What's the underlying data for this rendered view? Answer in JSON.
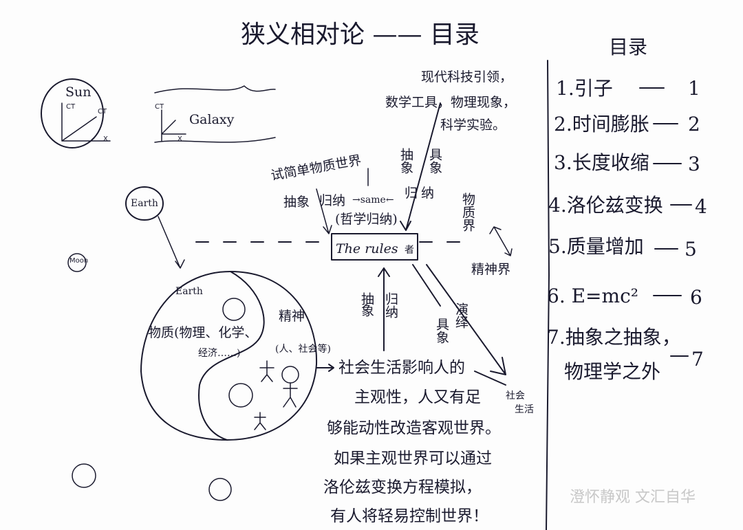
{
  "title": "狭义相对论 —— 目录",
  "toc": {
    "heading": "目录",
    "items": [
      {
        "label": "1.引子",
        "page": "1"
      },
      {
        "label": "2.时间膨胀",
        "page": "2"
      },
      {
        "label": "3.长度收缩",
        "page": "3"
      },
      {
        "label": "4.洛伦兹变换",
        "page": "4"
      },
      {
        "label": "5.质量增加",
        "page": "5"
      },
      {
        "label": "6. E=mc²",
        "page": "6"
      },
      {
        "label": "7.抽象之抽象，",
        "label2": "物理学之外",
        "page": "7"
      }
    ]
  },
  "cosmos": {
    "sun": "Sun",
    "ct": "CT",
    "x": "X",
    "galaxy": "Galaxy",
    "earth": "Earth",
    "moon": "Moon"
  },
  "upper": {
    "tech_line1": "现代科技引领，",
    "tech_line2": "数学工具，物理现象，",
    "tech_line3": "科学实验。",
    "abstract_v": "抽象",
    "concrete_v": "具象",
    "induce_left": "归",
    "induce_right": "纳",
    "simple_world": "试简单物质世界",
    "abstract": "抽象",
    "induce": "归纳",
    "same": "→same←",
    "philosophy": "(哲学归纳)",
    "rules": "The rules",
    "rules_suffix": "者",
    "material_realm": "物质界",
    "spirit_realm": "精神界"
  },
  "lower": {
    "abstract": "抽象",
    "induce": "归纳",
    "deduce": "演绎",
    "concrete": "具象",
    "society": "社会",
    "life": "生活",
    "earth": "Earth",
    "matter": "物质(物理、化学、",
    "matter2": "经济……)",
    "spirit": "精神",
    "spirit2": "(人、社会等)"
  },
  "paragraph": [
    "社会生活影响人的",
    "主观性，人又有足",
    "够能动性改造客观世界。",
    "如果主观世界可以通过",
    "洛伦兹变换方程模拟，",
    "有人将轻易控制世界！"
  ],
  "watermark": "澄怀静观 文汇自华"
}
